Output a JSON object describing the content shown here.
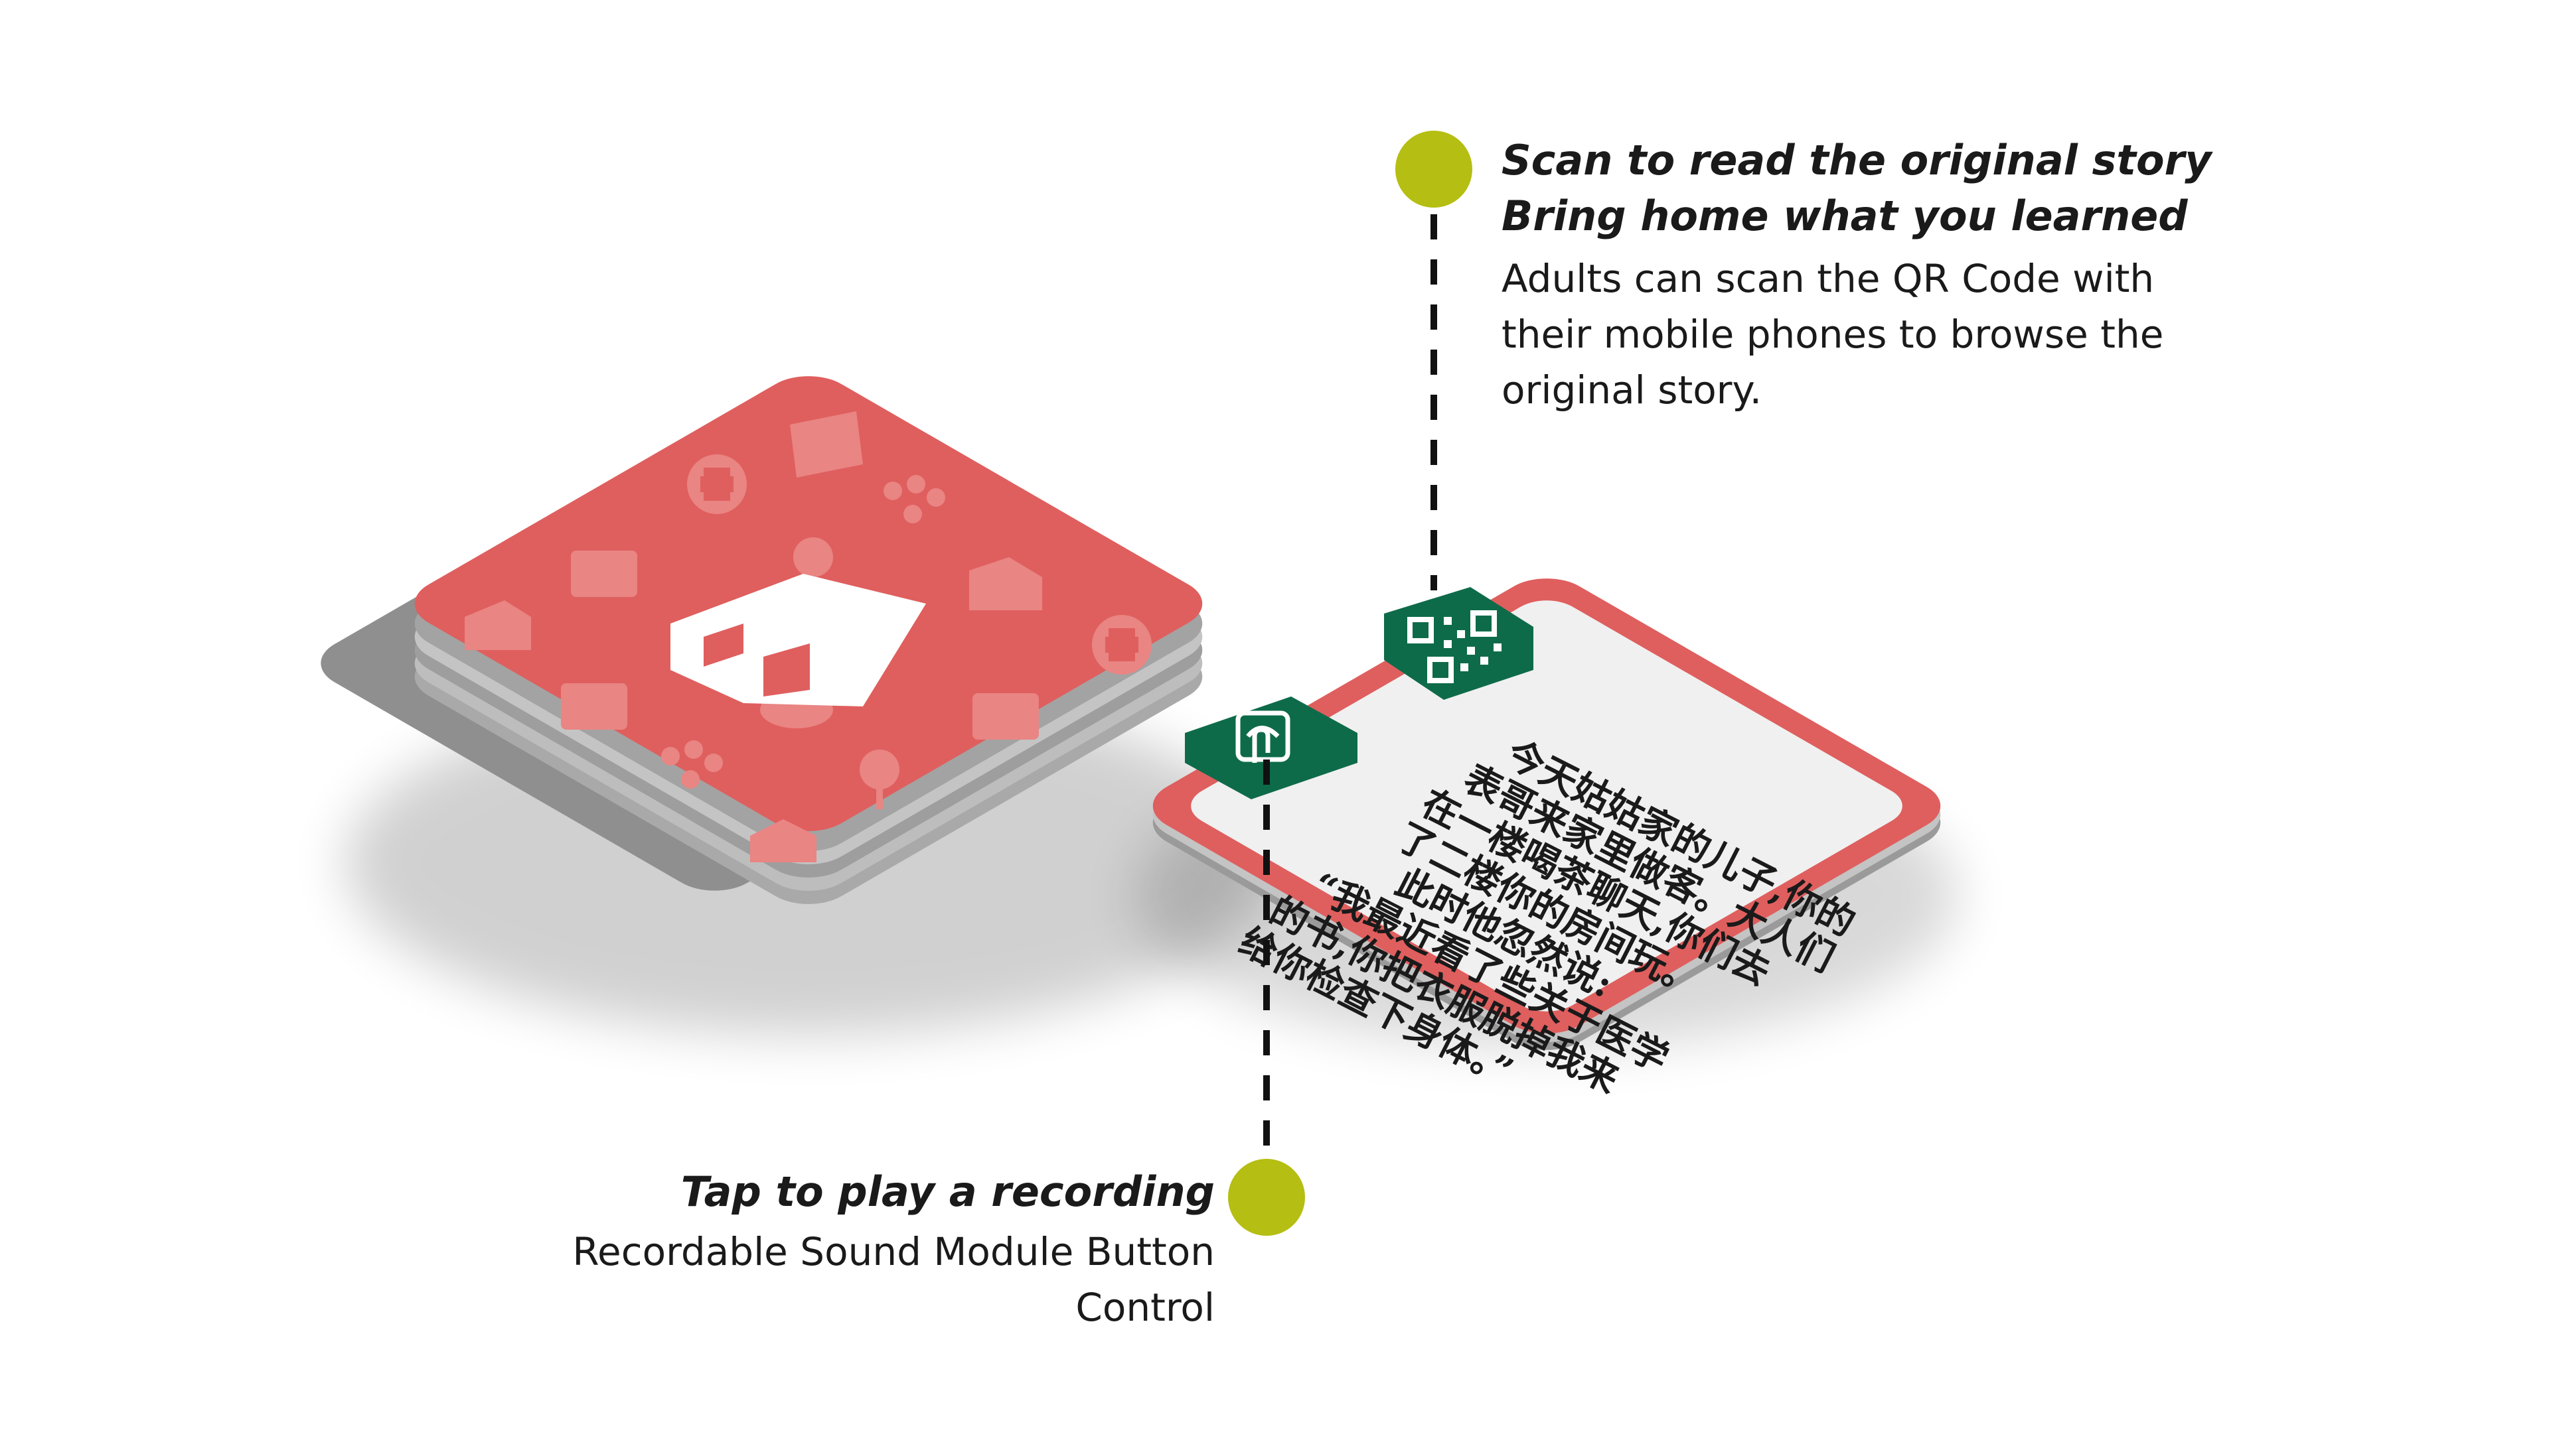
{
  "annotations": {
    "top": {
      "headline_line1": "Scan to read the original story",
      "headline_line2": "Bring home what you learned",
      "body": "Adults can scan the QR Code with their mobile phones to browse the original story."
    },
    "bottom": {
      "headline": "Tap to play a recording",
      "body": "Recordable Sound Module Button Control"
    }
  },
  "card_story_lines": [
    "今天姑姑家的儿子,你的",
    "表哥来家里做客。大人们",
    "在一楼喝茶聊天,你们去",
    "了二楼你的房间玩。",
    "此时他忽然说:",
    "“我最近看了些关于医学",
    "的书,你把衣服脱掉我来",
    "给你检查下身体。”"
  ],
  "colors": {
    "card_red": "#df5f5e",
    "card_red_dark": "#c94d4d",
    "card_face": "#f0f0f0",
    "badge_green": "#0e6b4a",
    "accent_dot": "#b5be12",
    "edge_grey": "#9a9a9a"
  },
  "icons": {
    "deck_logo": "house-icon",
    "qr": "qr-code-icon",
    "sound_button": "tap-hand-icon",
    "pattern": [
      "medical-cross-icon",
      "building-icon",
      "house-icon",
      "tree-icon",
      "people-group-icon",
      "book-icon"
    ]
  }
}
